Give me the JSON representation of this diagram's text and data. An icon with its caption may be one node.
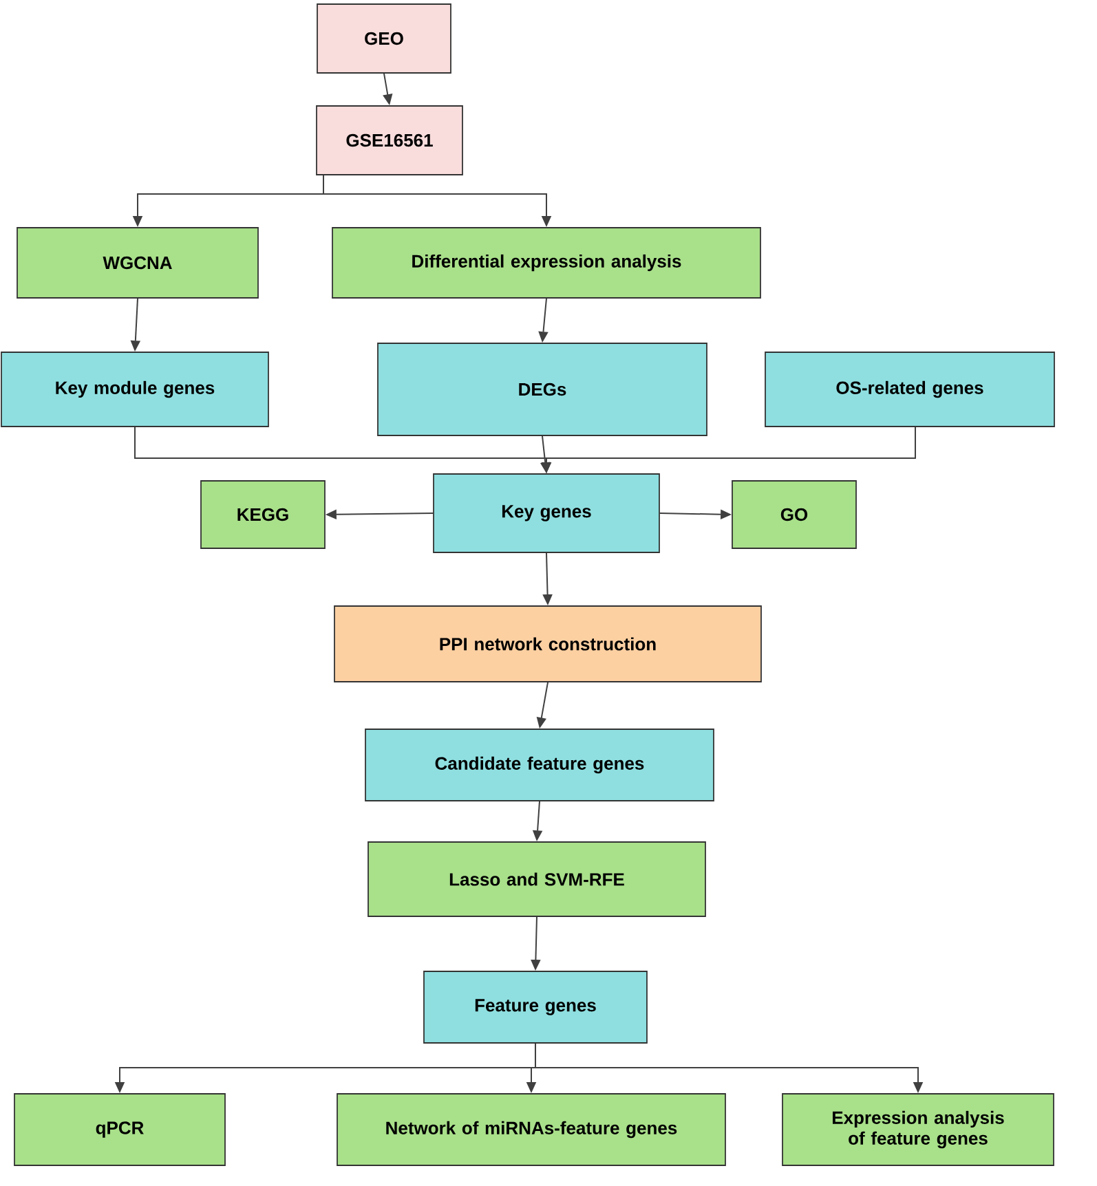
{
  "diagram": {
    "nodes": [
      {
        "text": [
          "GEO"
        ]
      },
      {
        "text": [
          "GSE16561"
        ]
      },
      {
        "text": [
          "WGCNA"
        ]
      },
      {
        "text": [
          "Differential expression analysis"
        ]
      },
      {
        "text": [
          "Key module genes"
        ]
      },
      {
        "text": [
          "DEGs"
        ]
      },
      {
        "text": [
          "OS-related genes"
        ]
      },
      {
        "text": [
          "KEGG"
        ]
      },
      {
        "text": [
          "Key genes"
        ]
      },
      {
        "text": [
          "GO"
        ]
      },
      {
        "text": [
          "PPI network construction"
        ]
      },
      {
        "text": [
          "Candidate feature genes"
        ]
      },
      {
        "text": [
          "Lasso and SVM-RFE"
        ]
      },
      {
        "text": [
          "Feature genes"
        ]
      },
      {
        "text": [
          "qPCR"
        ]
      },
      {
        "text": [
          "Network of miRNAs-feature genes"
        ]
      },
      {
        "text": [
          "Expression analysis of feature genes"
        ]
      }
    ],
    "edges": [
      {
        "from": 0,
        "to": 1,
        "arrow": "to"
      },
      {
        "from": 1,
        "to": 2,
        "arrow": "to"
      },
      {
        "from": 1,
        "to": 3,
        "arrow": "to"
      },
      {
        "from": 2,
        "to": 4,
        "arrow": "to"
      },
      {
        "from": 3,
        "to": 5,
        "arrow": "to"
      },
      {
        "from": 4,
        "to": 8,
        "arrow": "to"
      },
      {
        "from": 5,
        "to": 8,
        "arrow": "to"
      },
      {
        "from": 6,
        "to": 8,
        "arrow": "to"
      },
      {
        "from": 8,
        "to": 7,
        "arrow": "to"
      },
      {
        "from": 8,
        "to": 9,
        "arrow": "to"
      },
      {
        "from": 8,
        "to": 10,
        "arrow": "to"
      },
      {
        "from": 10,
        "to": 11,
        "arrow": "to"
      },
      {
        "from": 11,
        "to": 12,
        "arrow": "to"
      },
      {
        "from": 12,
        "to": 13,
        "arrow": "to"
      },
      {
        "from": 13,
        "to": 14,
        "arrow": "to"
      },
      {
        "from": 13,
        "to": 15,
        "arrow": "to"
      },
      {
        "from": 13,
        "to": 16,
        "arrow": "to"
      }
    ]
  }
}
